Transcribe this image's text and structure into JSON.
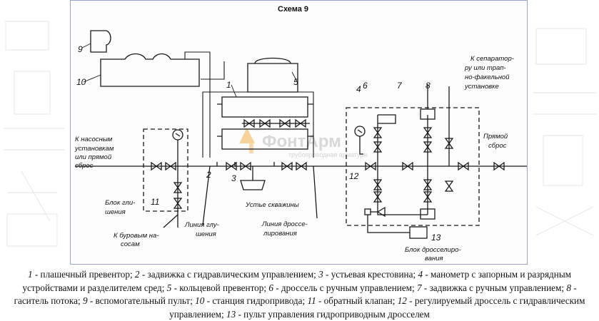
{
  "title": "Схема 9",
  "watermark": {
    "text": "ФонтАрм",
    "subtext": "трубопроводная арматура"
  },
  "labels": {
    "to_pump": [
      "К насосным",
      "установкам",
      "или прямой",
      "сброс"
    ],
    "check_valve_block": [
      "Блок гли-",
      "шения"
    ],
    "to_drill": [
      "К буровым на-",
      "сосам"
    ],
    "kill_line": [
      "Линия глу-",
      "шения"
    ],
    "choke_line": [
      "Линия дроссе-",
      "лирования"
    ],
    "wellhead": "Устье скважины",
    "separator": [
      "К сепаратор-",
      "ру или трап-",
      "но-факельной",
      "установке"
    ],
    "straight_discharge": [
      "Прямой",
      "сброс"
    ],
    "choke_block": [
      "Блок дросселиро-",
      "вания"
    ]
  },
  "numbers": [
    "1",
    "2",
    "3",
    "4",
    "5",
    "6",
    "7",
    "8",
    "9",
    "10",
    "11",
    "12",
    "13"
  ],
  "legend": [
    {
      "n": "1",
      "text": "плашечный превентор"
    },
    {
      "n": "2",
      "text": "задвижка с гидравлическим управлением"
    },
    {
      "n": "3",
      "text": "устьевая крестовина"
    },
    {
      "n": "4",
      "text": "манометр с запорным и разрядным устройствами и разделителем сред"
    },
    {
      "n": "5",
      "text": "кольцевой превентор"
    },
    {
      "n": "6",
      "text": "дроссель с ручным управлением"
    },
    {
      "n": "7",
      "text": "задвижка с ручным управлением"
    },
    {
      "n": "8",
      "text": "гаситель потока"
    },
    {
      "n": "9",
      "text": "вспомогательный пульт"
    },
    {
      "n": "10",
      "text": "станция гидропривода"
    },
    {
      "n": "11",
      "text": "обратный клапан"
    },
    {
      "n": "12",
      "text": "регулируемый дроссель с гидравлическим управлением"
    },
    {
      "n": "13",
      "text": "пульт управления гидроприводным дросселем"
    }
  ],
  "colors": {
    "line": "#1a1a1a",
    "frame": "#9aa4c8",
    "watermark": "#f2b04a"
  }
}
